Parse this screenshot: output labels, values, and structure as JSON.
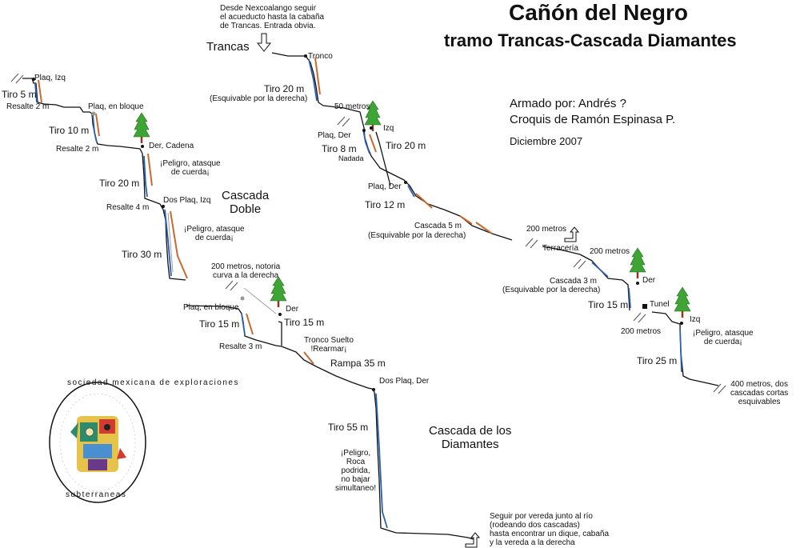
{
  "title": "Cañón del Negro",
  "subtitle": "tramo Trancas-Cascada Diamantes",
  "credits": {
    "armado": "Armado por: Andrés ?",
    "croquis": "Croquis de Ramón Espinasa P.",
    "fecha": "Diciembre 2007"
  },
  "approach_note": "Desde Nexcoalango seguir\nel acueducto hasta la cabaña\nde Trancas. Entrada obvia.",
  "logo": {
    "text_top": "sociedad mexicana de exploraciones",
    "text_bottom": "subterraneas"
  },
  "labels": {
    "trancas": "Trancas",
    "tronco": "Tronco",
    "tiro20a": "Tiro 20 m",
    "esq_der1": "(Esquivable por la derecha)",
    "cincuenta": "50 metros",
    "izq1": "Izq",
    "plaq_der1": "Plaq, Der",
    "tiro8": "Tiro 8 m",
    "nadada": "Nadada",
    "tiro20b": "Tiro 20 m",
    "plaq_der2": "Plaq, Der",
    "tiro12": "Tiro 12 m",
    "cascada5": "Cascada 5 m",
    "esq_der2": "(Esquivable por la derecha)",
    "m200a": "200 metros",
    "terraceria": "Terracería",
    "m200b": "200 metros",
    "cascada3": "Cascada 3 m",
    "esq_der3": "(Esquivable por la derecha)",
    "der3": "Der",
    "tiro15c": "Tiro 15 m",
    "tunel": "Tunel",
    "m200c": "200 metros",
    "izq3": "Izq",
    "peligro3": "¡Peligro, atasque\nde cuerda¡",
    "tiro25": "Tiro 25 m",
    "m400": "400 metros, dos\ncascadas cortas\nesquivables",
    "plaq_izq": "Plaq, Izq",
    "tiro5": "Tiro 5 m",
    "resalte2a": "Resalte 2 m",
    "plaq_bloque1": "Plaq, en bloque",
    "tiro10": "Tiro 10 m",
    "resalte2b": "Resalte 2 m",
    "der_cadena": "Der, Cadena",
    "peligro1": "¡Peligro, atasque\nde cuerda¡",
    "tiro20c": "Tiro 20 m",
    "dos_plaq_izq": "Dos Plaq, Izq",
    "resalte4": "Resalte 4 m",
    "cascada_doble": "Cascada\nDoble",
    "peligro2": "¡Peligro, atasque\nde cuerda¡",
    "tiro30": "Tiro 30 m",
    "m200_curva": "200 metros, notoria\ncurva a la derecha",
    "der2": "Der",
    "plaq_bloque2": "Plaq, en bloque",
    "tiro15a": "Tiro 15 m",
    "tiro15b": "Tiro 15 m",
    "resalte3": "Resalte 3 m",
    "tronco_suelto": "Tronco Suelto\n!Rearmar¡",
    "rampa35": "Rampa 35 m",
    "dos_plaq_der": "Dos Plaq, Der",
    "tiro55": "Tiro 55 m",
    "peligro_roca": "¡Peligro,\nRoca\npodrida,\nno bajar\nsimultaneo!",
    "diamantes": "Cascada de los\nDiamantes",
    "seguir": "Seguir por vereda junto al río\n(rodeando dos cascadas)\nhasta encontrar un dique, cabaña\ny la vereda a la derecha"
  },
  "icons": [
    "arrow-down-icon",
    "turn-up-arrow-icon",
    "tree-icon",
    "break-mark-icon",
    "anchor-dot-icon",
    "square-marker-icon",
    "logo-emblem-icon"
  ],
  "colors": {
    "water": "#2a5fb0",
    "rock": "#c8692e",
    "tree_green": "#3ea535",
    "tree_trunk": "#8a3a1a",
    "ink": "#111111"
  }
}
